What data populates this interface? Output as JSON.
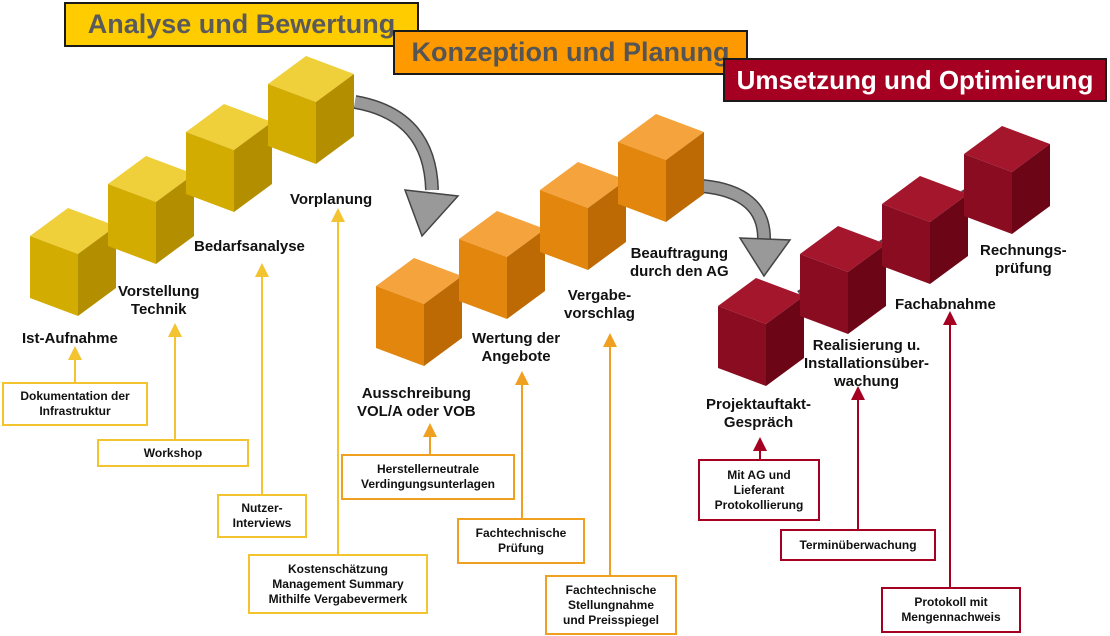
{
  "banners": {
    "analyse": "Analyse und Bewertung",
    "konzeption": "Konzeption und Planung",
    "umsetzung": "Umsetzung und Optimierung"
  },
  "steps": {
    "ist_aufnahme": "Ist-Aufnahme",
    "vorstellung": [
      "Vorstellung",
      "Technik"
    ],
    "bedarfsanalyse": "Bedarfsanalyse",
    "vorplanung": "Vorplanung",
    "ausschreibung": [
      "Ausschreibung",
      "VOL/A oder VOB"
    ],
    "wertung": [
      "Wertung der",
      "Angebote"
    ],
    "vergabe": [
      "Vergabe-",
      "vorschlag"
    ],
    "beauftragung": [
      "Beauftragung",
      "durch den AG"
    ],
    "projektauftakt": [
      "Projektauftakt-",
      "Gespräch"
    ],
    "realisierung": [
      "Realisierung u.",
      "Installationsüber-",
      "wachung"
    ],
    "fachabnahme": "Fachabnahme",
    "rechnung": [
      "Rechnungs-",
      "prüfung"
    ]
  },
  "notes": {
    "dokumentation": [
      "Dokumentation der",
      "Infrastruktur"
    ],
    "workshop": "Workshop",
    "nutzer": [
      "Nutzer-",
      "Interviews"
    ],
    "kosten": [
      "Kostenschätzung",
      "Management Summary",
      "Mithilfe Vergabevermerk"
    ],
    "hersteller": [
      "Herstellerneutrale",
      "Verdingungsunterlagen"
    ],
    "fachpruefung": [
      "Fachtechnische",
      "Prüfung"
    ],
    "stellungnahme": [
      "Fachtechnische",
      "Stellungnahme",
      "und Preisspiegel"
    ],
    "mit_ag": [
      "Mit AG und",
      "Lieferant",
      "Protokollierung"
    ],
    "termin": "Terminüberwachung",
    "protokoll": [
      "Protokoll mit",
      "Mengennachweis"
    ]
  },
  "colors": {
    "yellow": "#e6b800",
    "orange": "#e8890c",
    "red": "#8c0a1e",
    "arrow_gray": "#999999"
  }
}
